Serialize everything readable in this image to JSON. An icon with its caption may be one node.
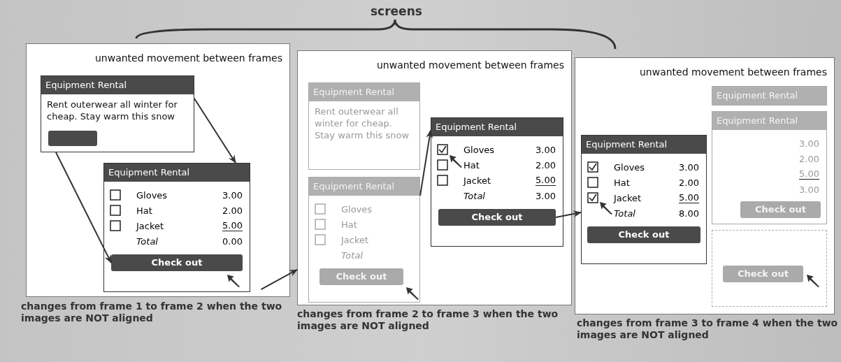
{
  "diagram": {
    "nodes": [
      {
        "text": [
          "unwanted movement between frames"
        ],
        "beside": [
          "changes from frame 1 to frame 2 when the two images are NOT aligned"
        ]
      },
      {
        "text": [
          "Equipment Rental",
          "Rent outerwear all winter for cheap. Stay warm this snow"
        ],
        "in": 0
      },
      {
        "text": [],
        "shape": "bar",
        "in": 1
      },
      {
        "text": [
          "Equipment Rental",
          "Gloves",
          "3.00",
          "Hat",
          "2.00",
          "Jacket",
          "5.00",
          "Total",
          "0.00"
        ],
        "in": 0
      },
      {
        "text": [
          "Check out"
        ],
        "in": 3
      },
      {
        "text": [
          "unwanted movement between frames"
        ],
        "beside": [
          "changes from frame 2 to frame 3 when the two images are NOT aligned"
        ]
      },
      {
        "text": [
          "Equipment Rental",
          "Rent outerwear all winter for cheap. Stay warm this snow"
        ],
        "in": 5
      },
      {
        "text": [
          "Equipment Rental",
          "Gloves",
          "Hat",
          "Jacket",
          "Total"
        ],
        "in": 5
      },
      {
        "text": [
          "Check out"
        ],
        "in": 7
      },
      {
        "text": [
          "Equipment Rental",
          "Gloves",
          "3.00",
          "Hat",
          "2.00",
          "Jacket",
          "5.00",
          "Total",
          "3.00"
        ],
        "in": 5
      },
      {
        "text": [
          "Check out"
        ],
        "in": 9
      },
      {
        "text": [
          "unwanted movement between frames"
        ],
        "beside": [
          "changes from frame 3 to frame 4 when the two images are NOT aligned"
        ]
      },
      {
        "text": [
          "Equipment Rental"
        ],
        "in": 11
      },
      {
        "text": [
          "Equipment Rental",
          "3.00",
          "2.00",
          "5.00",
          "3.00"
        ],
        "in": 11
      },
      {
        "text": [
          "Check out"
        ],
        "in": 13
      },
      {
        "text": [],
        "shape": "box",
        "in": 11
      },
      {
        "text": [
          "Check out"
        ],
        "in": 15
      },
      {
        "text": [
          "Equipment Rental",
          "Gloves",
          "3.00",
          "Hat",
          "2.00",
          "Jacket",
          "5.00",
          "Total",
          "8.00"
        ],
        "in": 11
      },
      {
        "text": [
          "Check out"
        ],
        "in": 17
      }
    ],
    "edges": [
      {
        "from": 1,
        "to": 3,
        "arrow": "to"
      },
      {
        "from": 1,
        "to": 4,
        "arrow": "to"
      },
      {
        "from": 0,
        "to": 5,
        "arrow": "to"
      },
      {
        "from": 7,
        "to": 9,
        "arrow": "to"
      },
      {
        "from": 10,
        "to": 17,
        "arrow": "to"
      }
    ],
    "labels": [
      "screens"
    ]
  }
}
